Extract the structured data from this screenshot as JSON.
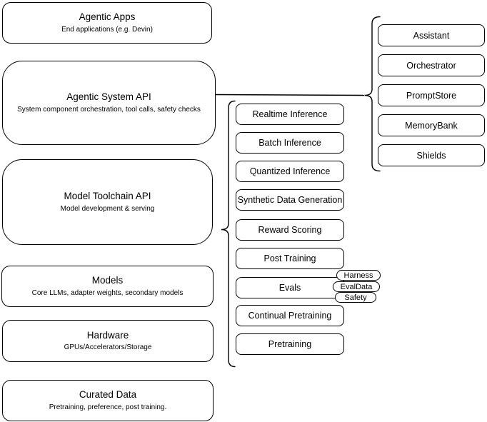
{
  "diagram": {
    "left_column": [
      {
        "title": "Agentic Apps",
        "subtitle": "End applications (e.g. Devin)"
      },
      {
        "title": "Agentic System API",
        "subtitle": "System component orchestration, tool calls, safety checks"
      },
      {
        "title": "Model Toolchain API",
        "subtitle": "Model development & serving"
      },
      {
        "title": "Models",
        "subtitle": "Core LLMs, adapter weights, secondary models"
      },
      {
        "title": "Hardware",
        "subtitle": "GPUs/Accelerators/Storage"
      },
      {
        "title": "Curated Data",
        "subtitle": "Pretraining, preference, post training."
      }
    ],
    "toolchain_components": [
      "Realtime Inference",
      "Batch Inference",
      "Quantized Inference",
      "Synthetic Data Generation",
      "Reward Scoring",
      "Post Training",
      "Evals",
      "Continual Pretraining",
      "Pretraining"
    ],
    "eval_tags": [
      "Harness",
      "EvalData",
      "Safety"
    ],
    "system_components": [
      "Assistant",
      "Orchestrator",
      "PromptStore",
      "MemoryBank",
      "Shields"
    ],
    "colors": {
      "stroke": "#000000",
      "fill": "#ffffff"
    }
  }
}
